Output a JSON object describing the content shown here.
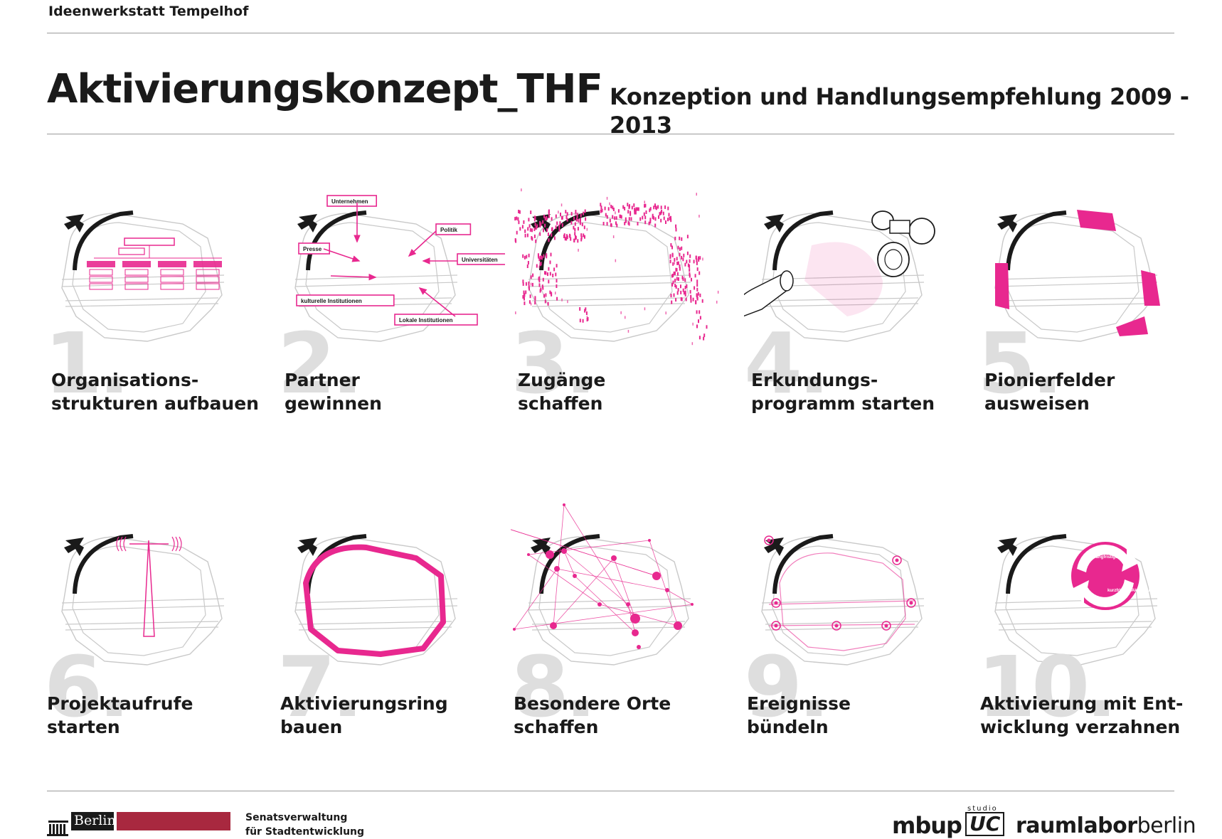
{
  "header": {
    "top_label": "Ideenwerkstatt Tempelhof",
    "title": "Aktivierungskonzept_THF",
    "subtitle": "Konzeption und Handlungsempfehlung 2009 - 2013"
  },
  "colors": {
    "accent": "#e8288f",
    "dark": "#1a1a1a",
    "numeral": "#dedede",
    "berlin_red": "#a8283f",
    "outline": "#c9c9c9"
  },
  "steps": [
    {
      "number": "1.",
      "line1": "Organisations-",
      "line2": "strukturen aufbauen",
      "icon": "org-chart-icon"
    },
    {
      "number": "2.",
      "line1": "Partner",
      "line2": "gewinnen",
      "icon": "partner-arrows-icon",
      "labels": [
        "Unternehmen",
        "Politik",
        "Presse",
        "Universitäten",
        "kulturelle Institutionen",
        "Lokale Institutionen"
      ]
    },
    {
      "number": "3.",
      "line1": "Zugänge",
      "line2": "schaffen",
      "icon": "crowd-access-icon"
    },
    {
      "number": "4.",
      "line1": "Erkundungs-",
      "line2": "programm starten",
      "icon": "binoculars-icon"
    },
    {
      "number": "5.",
      "line1": "Pionierfelder",
      "line2": "ausweisen",
      "icon": "pioneer-fields-icon"
    },
    {
      "number": "6.",
      "line1": "Projektaufrufe",
      "line2": "starten",
      "icon": "broadcast-tower-icon"
    },
    {
      "number": "7.",
      "line1": "Aktivierungsring",
      "line2": "bauen",
      "icon": "activation-ring-icon"
    },
    {
      "number": "8.",
      "line1": "Besondere Orte",
      "line2": "schaffen",
      "icon": "network-nodes-icon"
    },
    {
      "number": "9.",
      "line1": "Ereignisse",
      "line2": "bündeln",
      "icon": "event-nodes-icon"
    },
    {
      "number": "10.",
      "line1": "Aktivierung mit Ent-",
      "line2": "wicklung verzahnen",
      "icon": "cycle-arrows-icon",
      "labels": [
        "langfristige Entwicklung",
        "kurzfristige Aktivierung"
      ]
    }
  ],
  "footer": {
    "berlin": "Berlin",
    "senate_line1": "Senatsverwaltung",
    "senate_line2": "für Stadtentwicklung",
    "logo_mbup": "mbup",
    "logo_studio": "studio",
    "logo_uc": "UC",
    "logo_raumlabor": "raumlabor",
    "logo_berlin": "berlin"
  }
}
